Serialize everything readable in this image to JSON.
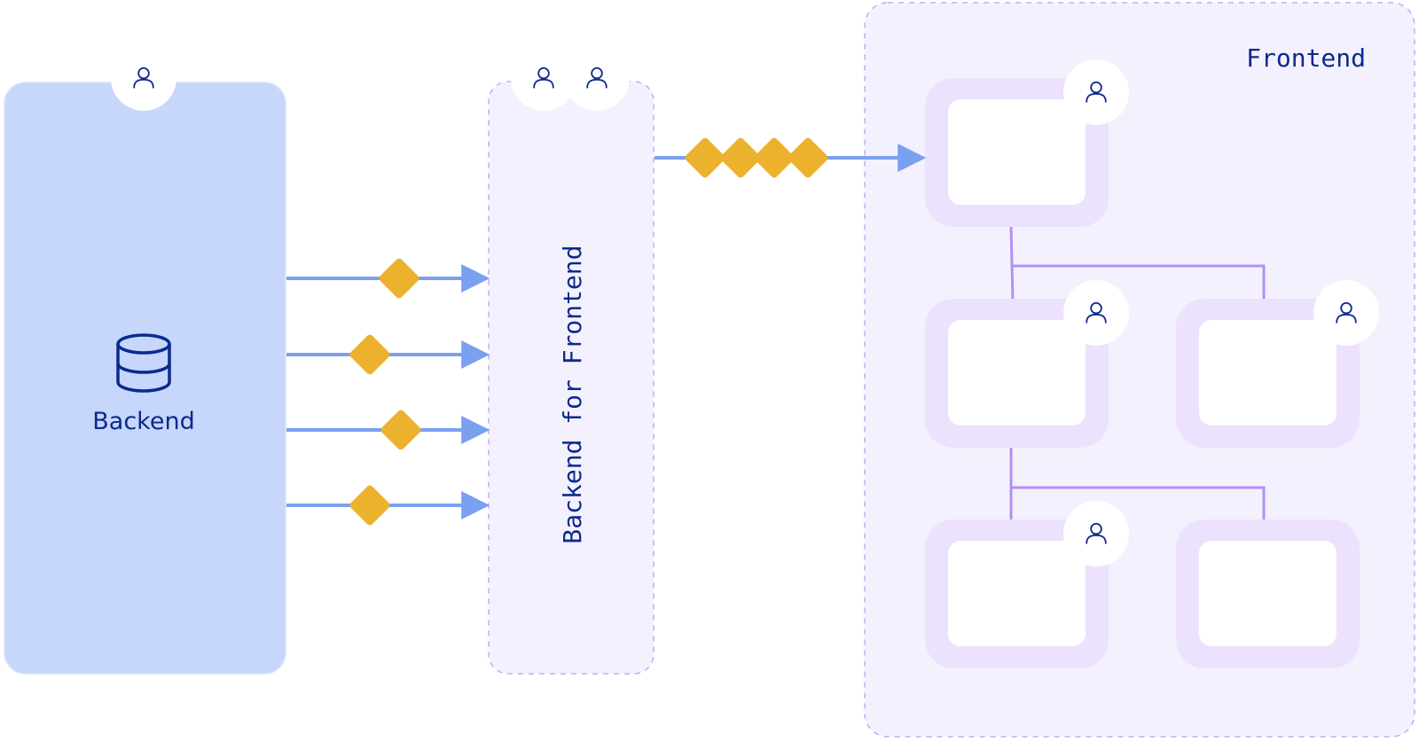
{
  "backend": {
    "label": "Backend",
    "icon": "database-icon",
    "fill": "#c7d6fb"
  },
  "bff": {
    "label": "Backend for Frontend",
    "fill": "#f4f1fe"
  },
  "frontend": {
    "label": "Frontend",
    "fill": "#f4f1fe"
  },
  "colors": {
    "text": "#0a2a8c",
    "arrow": "#7aa0f0",
    "token": "#ecb22e",
    "tree_line": "#b38ef7",
    "dashed_border": "#c7a8f5",
    "component_outer": "#ece2fd",
    "component_inner": "#ffffff"
  },
  "icons": {
    "user": "user-icon",
    "database": "database-icon"
  },
  "connections": {
    "backend_to_bff": [
      {
        "tokens": 1
      },
      {
        "tokens": 1
      },
      {
        "tokens": 1
      },
      {
        "tokens": 1
      }
    ],
    "bff_to_frontend": {
      "tokens": 4
    }
  },
  "components": [
    {
      "id": "root",
      "has_user": true,
      "parent": null
    },
    {
      "id": "child-left",
      "has_user": true,
      "parent": "root"
    },
    {
      "id": "child-right",
      "has_user": true,
      "parent": "root"
    },
    {
      "id": "grandchild-left",
      "has_user": true,
      "parent": "child-left"
    },
    {
      "id": "grandchild-right",
      "has_user": false,
      "parent": "child-left"
    }
  ]
}
